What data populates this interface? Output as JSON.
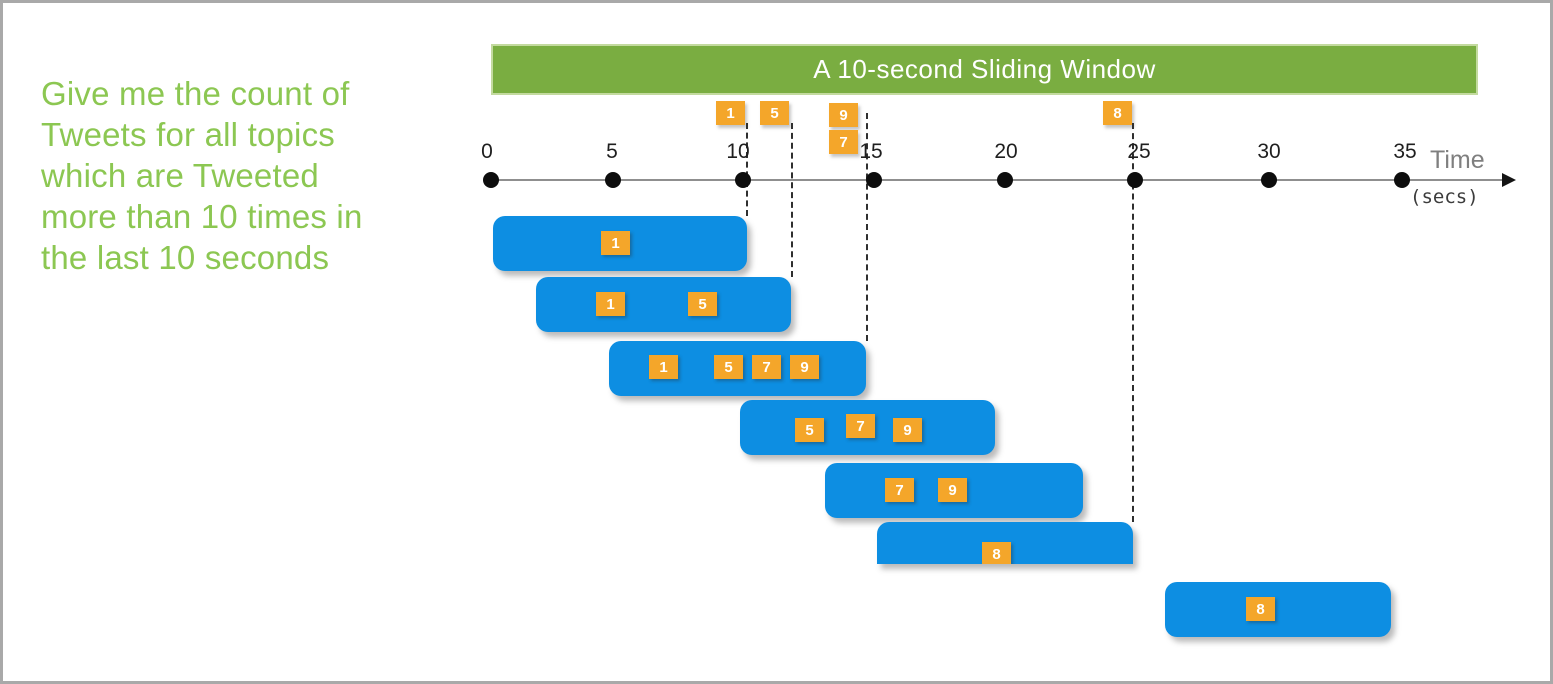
{
  "query": {
    "lines": [
      "Give me the count of",
      "Tweets for all topics",
      "which are Tweeted",
      "more than 10 times in",
      "the last 10 seconds"
    ]
  },
  "banner": {
    "label": "A 10-second Sliding Window"
  },
  "timeline": {
    "ticks": [
      "0",
      "5",
      "10",
      "15",
      "20",
      "25",
      "30",
      "35"
    ],
    "axis_label": "Time",
    "axis_unit": "(secs)"
  },
  "events": [
    {
      "label": "1"
    },
    {
      "label": "5"
    },
    {
      "label": "9"
    },
    {
      "label": "7"
    },
    {
      "label": "8"
    }
  ],
  "windows": [
    {
      "markers": [
        "1"
      ]
    },
    {
      "markers": [
        "1",
        "5"
      ]
    },
    {
      "markers": [
        "1",
        "5",
        "7",
        "9"
      ]
    },
    {
      "markers": [
        "5",
        "7",
        "9"
      ]
    },
    {
      "markers": [
        "7",
        "9"
      ]
    },
    {
      "markers": [
        "8"
      ]
    },
    {
      "markers": [
        "8"
      ]
    }
  ],
  "colors": {
    "banner_green": "#7aad41",
    "query_text_green": "#8cc752",
    "window_blue": "#0d8ee2",
    "event_orange": "#f4a62a",
    "frame_border": "#a9a9a9"
  }
}
